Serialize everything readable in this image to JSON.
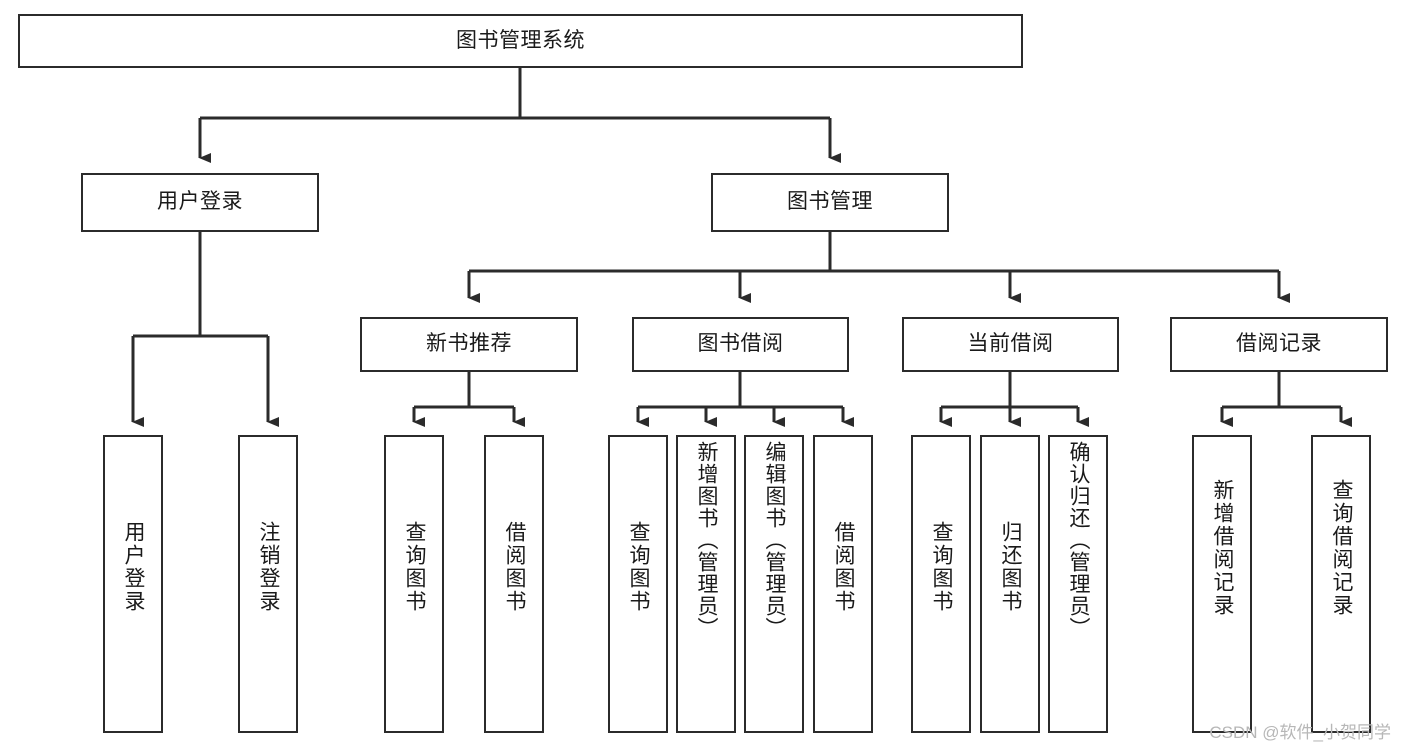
{
  "diagram": {
    "title": "图书管理系统",
    "type": "tree-hierarchy-chart",
    "root": {
      "id": "root",
      "label": "图书管理系统"
    },
    "level2": [
      {
        "id": "user-login",
        "label": "用户登录"
      },
      {
        "id": "book-manage",
        "label": "图书管理"
      }
    ],
    "level3": [
      {
        "id": "new-book-rec",
        "label": "新书推荐",
        "parent": "book-manage"
      },
      {
        "id": "book-borrow",
        "label": "图书借阅",
        "parent": "book-manage"
      },
      {
        "id": "current-borrow",
        "label": "当前借阅",
        "parent": "book-manage"
      },
      {
        "id": "borrow-record",
        "label": "借阅记录",
        "parent": "book-manage"
      }
    ],
    "leaves": {
      "user_login": [
        {
          "id": "leaf-user-login",
          "label": "用户登录"
        },
        {
          "id": "leaf-logout",
          "label": "注销登录"
        }
      ],
      "new_book_rec": [
        {
          "id": "leaf-query-book-1",
          "label": "查询图书"
        },
        {
          "id": "leaf-borrow-book-1",
          "label": "借阅图书"
        }
      ],
      "book_borrow": [
        {
          "id": "leaf-query-book-2",
          "label": "查询图书"
        },
        {
          "id": "leaf-add-book",
          "label": "新增图书（管理员）"
        },
        {
          "id": "leaf-edit-book",
          "label": "编辑图书（管理员）"
        },
        {
          "id": "leaf-borrow-book-2",
          "label": "借阅图书"
        }
      ],
      "current_borrow": [
        {
          "id": "leaf-query-book-3",
          "label": "查询图书"
        },
        {
          "id": "leaf-return-book",
          "label": "归还图书"
        },
        {
          "id": "leaf-confirm-return",
          "label": "确认归还（管理员）"
        }
      ],
      "borrow_record": [
        {
          "id": "leaf-add-record",
          "label": "新增借阅记录"
        },
        {
          "id": "leaf-query-record",
          "label": "查询借阅记录"
        }
      ]
    }
  },
  "watermark": {
    "text": "CSDN @软件_小贺同学"
  },
  "colors": {
    "stroke": "#2b2b2b",
    "background": "#ffffff",
    "text": "#1a1a1a",
    "watermark": "#b7b7b7"
  }
}
